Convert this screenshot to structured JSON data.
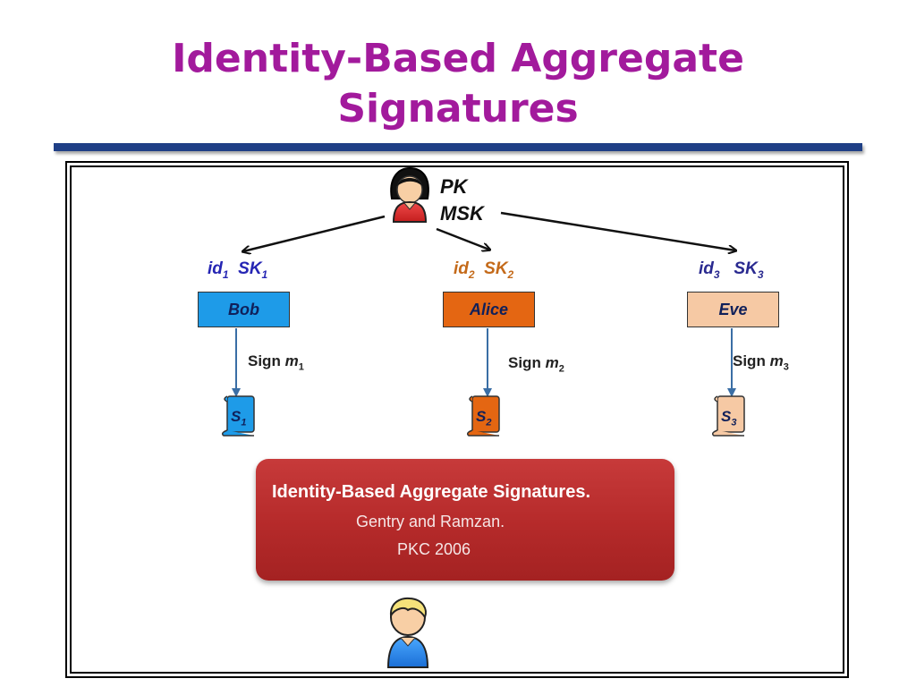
{
  "slide": {
    "title_line1": "Identity-Based Aggregate",
    "title_line2": "Signatures"
  },
  "authority": {
    "pk": "PK",
    "msk": "MSK",
    "icon": "woman-avatar-icon"
  },
  "signers": [
    {
      "id": "id",
      "id_sub": "1",
      "sk": "SK",
      "sk_sub": "1",
      "name": "Bob",
      "sign": "Sign",
      "msg": "m",
      "msg_sub": "1",
      "sig": "S",
      "sig_sub": "1",
      "color": "#1e9be8"
    },
    {
      "id": "id",
      "id_sub": "2",
      "sk": "SK",
      "sk_sub": "2",
      "name": "Alice",
      "sign": "Sign",
      "msg": "m",
      "msg_sub": "2",
      "sig": "S",
      "sig_sub": "2",
      "color": "#e46612"
    },
    {
      "id": "id",
      "id_sub": "3",
      "sk": "SK",
      "sk_sub": "3",
      "name": "Eve",
      "sign": "Sign",
      "msg": "m",
      "msg_sub": "3",
      "sig": "S",
      "sig_sub": "3",
      "color": "#f6c9a4"
    }
  ],
  "citation": {
    "title": "Identity-Based Aggregate Signatures.",
    "authors": "Gentry and Ramzan.",
    "venue": "PKC 2006"
  },
  "verifier": {
    "icon": "man-avatar-icon"
  },
  "colors": {
    "title": "#a21a9c",
    "rule": "#1f3f86",
    "banner": "#b52a2a"
  }
}
